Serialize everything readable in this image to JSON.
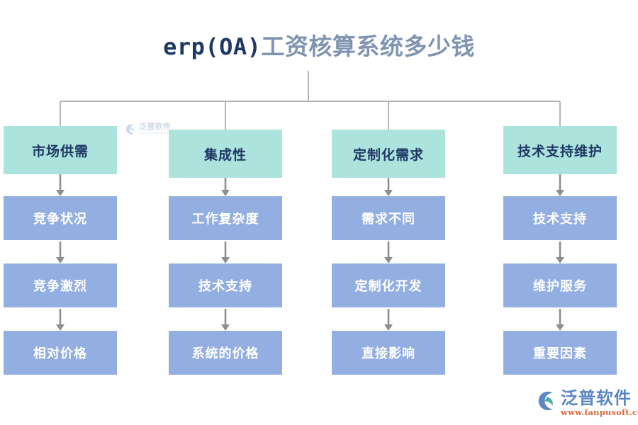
{
  "title": {
    "prefix": "erp(OA)",
    "suffix": "工资核算系统多少钱",
    "full": "erp(OA)工资核算系统多少钱"
  },
  "theme": {
    "header_box_color": "#ace3dd",
    "node_box_color": "#93aee0",
    "header_text_color": "#1f3864",
    "node_text_color": "#ffffff",
    "connector_color": "#b4b4b4",
    "title_prefix_color": "#1f3864",
    "title_suffix_color": "#7f94b0",
    "logo_text_color": "#5b87c4",
    "logo_url_color": "#e2683c"
  },
  "chart_data": {
    "type": "diagram",
    "title": "erp(OA)工资核算系统多少钱",
    "layout": "tree-then-vertical-chains",
    "branches": 4,
    "nodes_per_branch": 3
  },
  "columns": [
    {
      "header": "市场供需",
      "nodes": [
        "竞争状况",
        "竞争激烈",
        "相对价格"
      ]
    },
    {
      "header": "集成性",
      "nodes": [
        "工作复杂度",
        "技术支持",
        "系统的价格"
      ]
    },
    {
      "header": "定制化需求",
      "nodes": [
        "需求不同",
        "定制化开发",
        "直接影响"
      ]
    },
    {
      "header": "技术支持维护",
      "nodes": [
        "技术支持",
        "维护服务",
        "重要因素"
      ]
    }
  ],
  "watermark": {
    "cn": "泛普软件",
    "en": "FANPU SOFTWARE",
    "icon": "fanpu-swoosh-icon"
  },
  "logo": {
    "cn": "泛普软件",
    "url": "www.fanpusoft.com",
    "icon": "fanpu-swoosh-icon"
  }
}
